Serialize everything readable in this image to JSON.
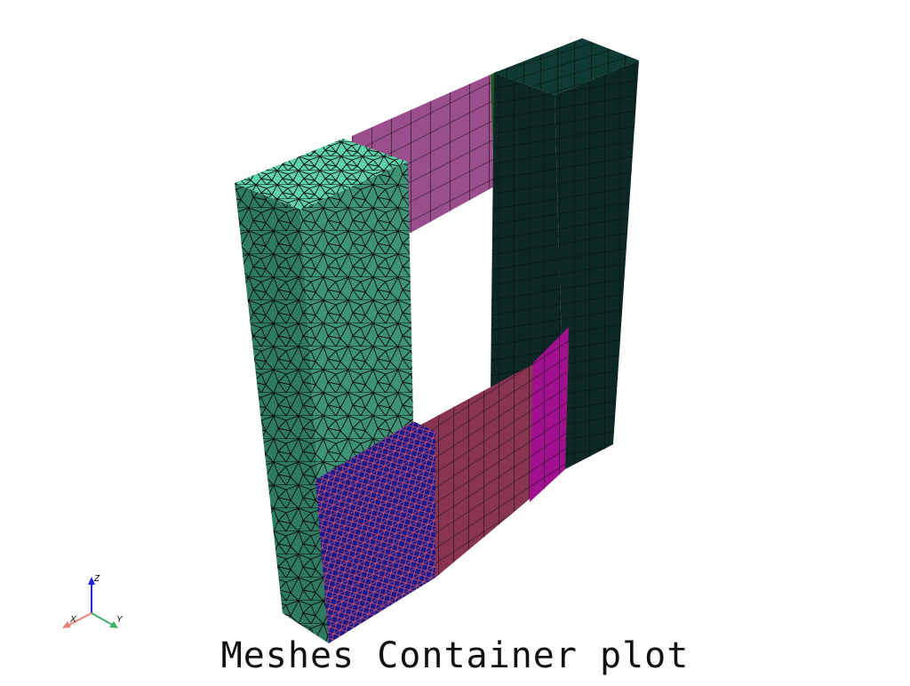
{
  "title": "Meshes Container plot",
  "axes": {
    "x_label": "X",
    "y_label": "Y",
    "z_label": "Z",
    "x_color": "#f08070",
    "y_color": "#40b070",
    "z_color": "#2020e0"
  },
  "colors": {
    "background": "#ffffff",
    "mesh_edges": "#0a0a0a",
    "left_pillar_top": "#5fd1a8",
    "left_pillar_front": "#3d9277",
    "left_pillar_side": "#2f7a63",
    "right_pillar_top": "#0e3a33",
    "right_pillar_front": "#0b2824",
    "top_bridge": "#9a4e8c",
    "bottom_bridge": "#8a3454",
    "bottom_left_block": "#1a1a8a",
    "bottom_magenta_strip": "#a0108f"
  }
}
